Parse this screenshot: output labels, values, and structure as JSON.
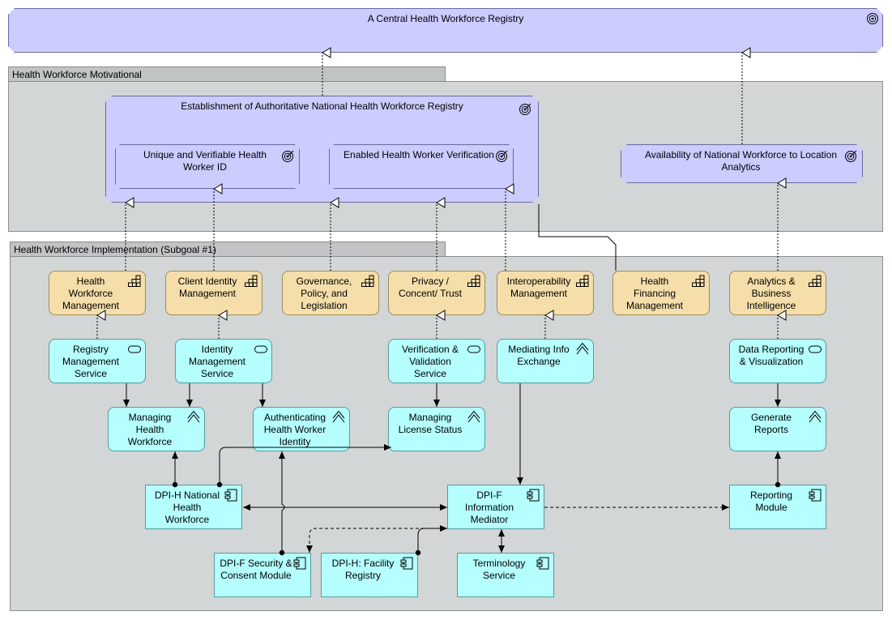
{
  "top_goal": "A Central Health Workforce Registry",
  "groups": {
    "motivational": "Health Workforce Motivational",
    "implementation": "Health Workforce Implementation (Subgoal #1)"
  },
  "goals": {
    "establishment": "Establishment of Authoritative National Health Workforce Registry",
    "unique_id": "Unique and Verifiable Health Worker ID",
    "verification": "Enabled Health Worker Verification",
    "availability": "Availability of National Workforce to Location Analytics"
  },
  "capabilities": {
    "hwm": "Health Workforce Management",
    "cim": "Client Identity Management",
    "gov": "Governance, Policy, and Legislation",
    "privacy": "Privacy / Concent/ Trust",
    "interop": "Interoperability Management",
    "finance": "Health Financing Management",
    "analytics": "Analytics & Business Intelligence"
  },
  "services": {
    "registry": "Registry Management Service",
    "identity": "Identity Management Service",
    "verif": "Verification & Validation Service",
    "mediating": "Mediating Info Exchange",
    "reporting": "Data Reporting & Visualization"
  },
  "processes": {
    "managing_hw": "Managing Health Workforce",
    "authenticating": "Authenticating Health Worker Identity",
    "managing_license": "Managing License Status",
    "generate": "Generate Reports"
  },
  "components": {
    "dpi_h_nhw": "DPI-H National Health Workforce",
    "dpi_f_im": "DPI-F Information Mediator",
    "reporting_module": "Reporting Module",
    "security": "DPI-F Security & Consent Module",
    "facility": "DPI-H: Facility Registry",
    "terminology": "Terminology Service"
  },
  "colors": {
    "goal": "#ccccff",
    "capability": "#f5deaa",
    "application": "#b5ffff",
    "grouping": "#d2d6d6"
  },
  "icons": {
    "goal": "goal-target-icon",
    "capability": "capability-icon",
    "service": "service-icon",
    "process": "process-icon",
    "component": "component-icon"
  }
}
